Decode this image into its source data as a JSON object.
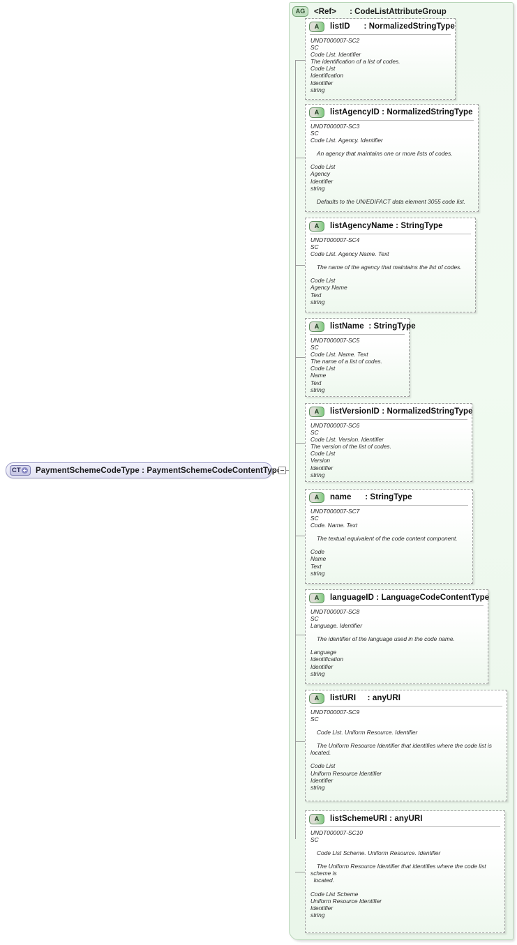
{
  "diagram": {
    "type": "xsd-schema-diagram",
    "root": {
      "badge": "CT",
      "badge_icon": "plus-circle-icon",
      "label": "PaymentSchemeCodeType : PaymentSchemeCodeContentType",
      "name": "PaymentSchemeCodeType",
      "type": "PaymentSchemeCodeContentType",
      "toggle": "minus-toggle"
    },
    "group": {
      "badge": "AG",
      "title": "<Ref>      : CodeListAttributeGroup",
      "ref": "<Ref>",
      "type": "CodeListAttributeGroup"
    },
    "attributes": [
      {
        "badge": "A",
        "name": "listID",
        "title": "listID      : NormalizedStringType",
        "type": "NormalizedStringType",
        "lines": [
          {
            "text": "UNDT000007-SC2"
          },
          {
            "text": "SC"
          },
          {
            "text": "Code List. Identifier"
          },
          {
            "text": "The identification of a list of codes."
          },
          {
            "text": "Code List"
          },
          {
            "text": "Identification"
          },
          {
            "text": "Identifier"
          },
          {
            "text": "string"
          }
        ]
      },
      {
        "badge": "A",
        "name": "listAgencyID",
        "title": "listAgencyID : NormalizedStringType",
        "type": "NormalizedStringType",
        "lines": [
          {
            "text": "UNDT000007-SC3"
          },
          {
            "text": "SC"
          },
          {
            "text": "Code List. Agency. Identifier"
          },
          {
            "text": "An agency that maintains one or more lists of codes.",
            "gap": true,
            "indent": true
          },
          {
            "text": "Code List",
            "gap": true
          },
          {
            "text": "Agency"
          },
          {
            "text": "Identifier"
          },
          {
            "text": "string"
          },
          {
            "text": "Defaults to the UN/EDIFACT data element 3055 code list.",
            "gap": true,
            "indent": true
          }
        ]
      },
      {
        "badge": "A",
        "name": "listAgencyName",
        "title": "listAgencyName : StringType",
        "type": "StringType",
        "lines": [
          {
            "text": "UNDT000007-SC4"
          },
          {
            "text": "SC"
          },
          {
            "text": "Code List. Agency Name. Text"
          },
          {
            "text": "The name of the agency that maintains the list of codes.",
            "gap": true,
            "indent": true
          },
          {
            "text": "Code List",
            "gap": true
          },
          {
            "text": "Agency Name"
          },
          {
            "text": "Text"
          },
          {
            "text": "string"
          }
        ]
      },
      {
        "badge": "A",
        "name": "listName",
        "title": "listName  : StringType",
        "type": "StringType",
        "lines": [
          {
            "text": "UNDT000007-SC5"
          },
          {
            "text": "SC"
          },
          {
            "text": "Code List. Name. Text"
          },
          {
            "text": "The name of a list of codes."
          },
          {
            "text": "Code List"
          },
          {
            "text": "Name"
          },
          {
            "text": "Text"
          },
          {
            "text": "string"
          }
        ]
      },
      {
        "badge": "A",
        "name": "listVersionID",
        "title": "listVersionID : NormalizedStringType",
        "type": "NormalizedStringType",
        "lines": [
          {
            "text": "UNDT000007-SC6"
          },
          {
            "text": "SC"
          },
          {
            "text": "Code List. Version. Identifier"
          },
          {
            "text": "The version of the list of codes."
          },
          {
            "text": "Code List"
          },
          {
            "text": "Version"
          },
          {
            "text": "Identifier"
          },
          {
            "text": "string"
          }
        ]
      },
      {
        "badge": "A",
        "name": "name",
        "title": "name      : StringType",
        "type": "StringType",
        "lines": [
          {
            "text": "UNDT000007-SC7"
          },
          {
            "text": "SC"
          },
          {
            "text": "Code. Name. Text"
          },
          {
            "text": "The textual equivalent of the code content component.",
            "gap": true,
            "indent": true
          },
          {
            "text": "Code",
            "gap": true
          },
          {
            "text": "Name"
          },
          {
            "text": "Text"
          },
          {
            "text": "string"
          }
        ]
      },
      {
        "badge": "A",
        "name": "languageID",
        "title": "languageID : LanguageCodeContentType",
        "type": "LanguageCodeContentType",
        "lines": [
          {
            "text": "UNDT000007-SC8"
          },
          {
            "text": "SC"
          },
          {
            "text": "Language. Identifier"
          },
          {
            "text": "The identifier of the language used in the code name.",
            "gap": true,
            "indent": true
          },
          {
            "text": "Language",
            "gap": true
          },
          {
            "text": "Identification"
          },
          {
            "text": "Identifier"
          },
          {
            "text": "string"
          }
        ]
      },
      {
        "badge": "A",
        "name": "listURI",
        "title": "listURI     : anyURI",
        "type": "anyURI",
        "lines": [
          {
            "text": "UNDT000007-SC9"
          },
          {
            "text": "SC"
          },
          {
            "text": "Code List. Uniform Resource. Identifier",
            "gap": true,
            "indent": true
          },
          {
            "text": "The Uniform Resource Identifier that identifies where the code list is\nlocated.",
            "gap": true,
            "indent": true
          },
          {
            "text": "Code List",
            "gap": true
          },
          {
            "text": "Uniform Resource Identifier"
          },
          {
            "text": "Identifier"
          },
          {
            "text": "string"
          }
        ]
      },
      {
        "badge": "A",
        "name": "listSchemeURI",
        "title": "listSchemeURI : anyURI",
        "type": "anyURI",
        "lines": [
          {
            "text": "UNDT000007-SC10"
          },
          {
            "text": "SC"
          },
          {
            "text": "Code List Scheme. Uniform Resource. Identifier",
            "gap": true,
            "indent": true
          },
          {
            "text": "The Uniform Resource Identifier that identifies where the code list\nscheme is\n  located.",
            "gap": true,
            "indent": true
          },
          {
            "text": "Code List Scheme",
            "gap": true
          },
          {
            "text": "Uniform Resource Identifier"
          },
          {
            "text": "Identifier"
          },
          {
            "text": "string"
          }
        ]
      }
    ],
    "colors": {
      "group_fill": "#eef8ee",
      "group_border": "#b9d6b9",
      "root_fill": "#e9e9f7",
      "root_border": "#9d9dc8",
      "attr_border": "#9e9e9e",
      "connector": "#8f8f8f"
    }
  }
}
